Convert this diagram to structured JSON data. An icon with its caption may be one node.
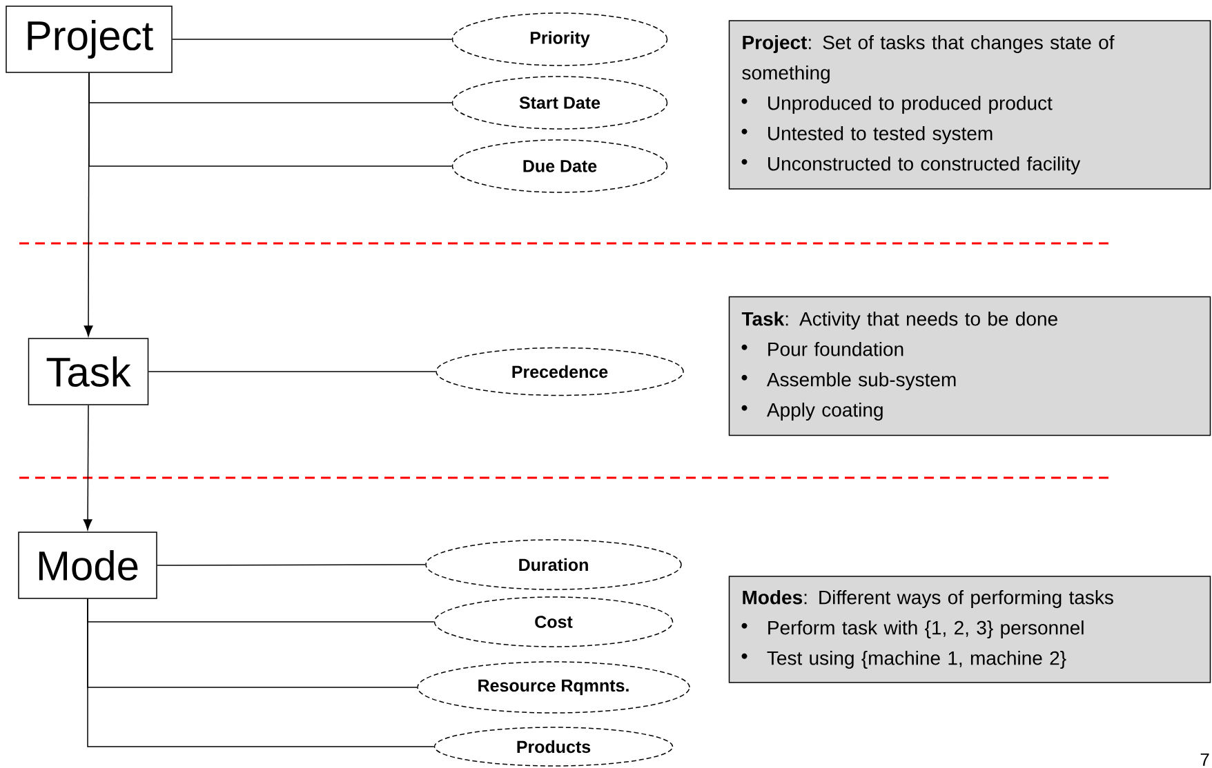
{
  "diagram": {
    "nodes": [
      {
        "text": [
          "Project"
        ]
      },
      {
        "text": [
          "Priority"
        ]
      },
      {
        "text": [
          "Start Date"
        ]
      },
      {
        "text": [
          "Due Date"
        ]
      },
      {
        "text": [
          "**Project**: Set of tasks that changes state of something",
          "Unproduced to produced product",
          "Untested to tested system",
          "Unconstructed to constructed facility"
        ]
      },
      {
        "text": [
          "Task"
        ]
      },
      {
        "text": [
          "Precedence"
        ]
      },
      {
        "text": [
          "**Task**: Activity that needs to be done",
          "Pour foundation",
          "Assemble sub-system",
          "Apply coating"
        ]
      },
      {
        "text": [
          "Mode"
        ]
      },
      {
        "text": [
          "Duration"
        ]
      },
      {
        "text": [
          "Cost"
        ]
      },
      {
        "text": [
          "Resource Rqmnts."
        ]
      },
      {
        "text": [
          "Products"
        ]
      },
      {
        "text": [
          "**Modes**: Different ways of performing tasks",
          "Perform task with {1, 2, 3} personnel",
          "Test using {machine 1, machine 2}"
        ]
      }
    ],
    "edges": [
      {
        "from": 0,
        "to": 1,
        "arrow": "none"
      },
      {
        "from": 0,
        "to": 2,
        "arrow": "none"
      },
      {
        "from": 0,
        "to": 3,
        "arrow": "none"
      },
      {
        "from": 0,
        "to": 5,
        "arrow": "to"
      },
      {
        "from": 5,
        "to": 6,
        "arrow": "none"
      },
      {
        "from": 5,
        "to": 8,
        "arrow": "to"
      },
      {
        "from": 8,
        "to": 9,
        "arrow": "none"
      },
      {
        "from": 8,
        "to": 10,
        "arrow": "none"
      },
      {
        "from": 8,
        "to": 11,
        "arrow": "none"
      },
      {
        "from": 8,
        "to": 12,
        "arrow": "none"
      }
    ],
    "labels": [
      "7"
    ]
  }
}
